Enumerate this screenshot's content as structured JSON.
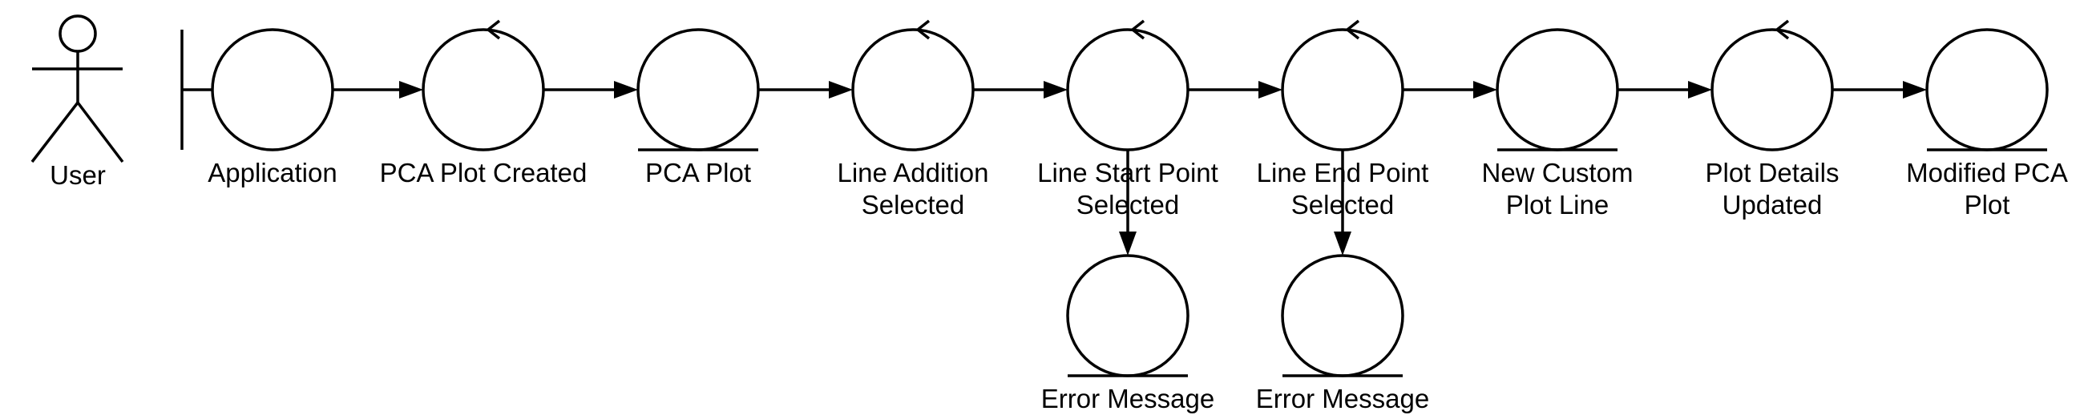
{
  "actor": {
    "label": "User"
  },
  "nodes": [
    {
      "id": "application",
      "type": "boundary",
      "lines": [
        "Application"
      ]
    },
    {
      "id": "pca-plot-created",
      "type": "control",
      "lines": [
        "PCA Plot Created"
      ]
    },
    {
      "id": "pca-plot",
      "type": "entity",
      "lines": [
        "PCA Plot"
      ]
    },
    {
      "id": "line-addition-selected",
      "type": "control",
      "lines": [
        "Line Addition",
        "Selected"
      ]
    },
    {
      "id": "line-start-point-selected",
      "type": "control",
      "lines": [
        "Line Start Point",
        "Selected"
      ]
    },
    {
      "id": "line-end-point-selected",
      "type": "control",
      "lines": [
        "Line End Point",
        "Selected"
      ]
    },
    {
      "id": "new-custom-plot-line",
      "type": "entity",
      "lines": [
        "New Custom",
        "Plot Line"
      ]
    },
    {
      "id": "plot-details-updated",
      "type": "control",
      "lines": [
        "Plot Details",
        "Updated"
      ]
    },
    {
      "id": "modified-pca-plot",
      "type": "entity",
      "lines": [
        "Modified PCA",
        "Plot"
      ]
    },
    {
      "id": "error-message-1",
      "type": "entity",
      "lines": [
        "Error Message"
      ]
    },
    {
      "id": "error-message-2",
      "type": "entity",
      "lines": [
        "Error Message"
      ]
    }
  ],
  "edges": [
    {
      "from": "application",
      "to": "pca-plot-created"
    },
    {
      "from": "pca-plot-created",
      "to": "pca-plot"
    },
    {
      "from": "pca-plot",
      "to": "line-addition-selected"
    },
    {
      "from": "line-addition-selected",
      "to": "line-start-point-selected"
    },
    {
      "from": "line-start-point-selected",
      "to": "line-end-point-selected"
    },
    {
      "from": "line-end-point-selected",
      "to": "new-custom-plot-line"
    },
    {
      "from": "new-custom-plot-line",
      "to": "plot-details-updated"
    },
    {
      "from": "plot-details-updated",
      "to": "modified-pca-plot"
    },
    {
      "from": "line-start-point-selected",
      "to": "error-message-1"
    },
    {
      "from": "line-end-point-selected",
      "to": "error-message-2"
    }
  ]
}
